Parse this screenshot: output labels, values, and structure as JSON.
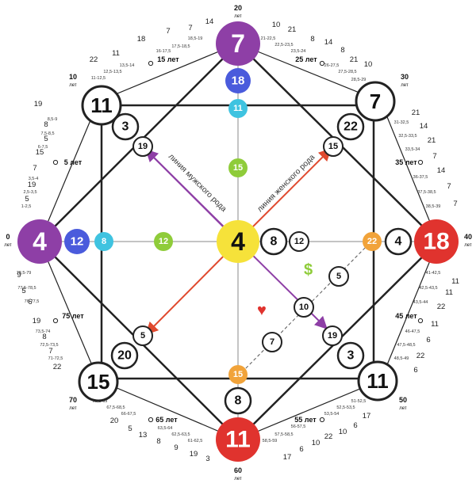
{
  "colors": {
    "purple": "#8e3fa6",
    "blue": "#4a5bdc",
    "cyan": "#3fc3e0",
    "green": "#8fcc3a",
    "yellow": "#f6e23a",
    "orange": "#f1a33a",
    "red": "#e0332e",
    "line": "#222222",
    "female_line": "#e04a2f",
    "male_line": "#8e3fa6"
  },
  "center": {
    "value": "4"
  },
  "outer": {
    "top": "7",
    "right": "18",
    "bottom": "11",
    "left": "4",
    "top_left": "11",
    "top_right": "7",
    "bottom_right": "11",
    "bottom_left": "15"
  },
  "inner": {
    "top_1": "18",
    "top_2": "11",
    "top_3": "15",
    "left_1": "12",
    "left_2": "8",
    "left_3": "12",
    "right_1": "4",
    "right_2": "22",
    "right_3": "12",
    "right_4": "8",
    "bottom_1": "8",
    "bottom_2": "15",
    "tl_1": "3",
    "tl_2": "19",
    "tr_1": "22",
    "tr_2": "15",
    "bl_1": "20",
    "bl_2": "5",
    "br_1": "3",
    "br_2": "19",
    "money_1": "5",
    "money_2": "10",
    "money_3": "7"
  },
  "lines": {
    "male": "линия мужского рода",
    "female": "линия женского рода"
  },
  "symbols": {
    "dollar": "$",
    "heart": "♥"
  },
  "ages": {
    "a0": "0",
    "a0s": "лет",
    "a5": "5 лет",
    "a10": "10",
    "a10s": "лет",
    "a15": "15 лет",
    "a20": "20",
    "a20s": "лет",
    "a25": "25 лет",
    "a30": "30",
    "a30s": "лет",
    "a35": "35 лет",
    "a40": "40",
    "a40s": "лет",
    "a45": "45 лет",
    "a50": "50",
    "a50s": "лет",
    "a55": "55 лет",
    "a60": "60",
    "a60s": "лет",
    "a65": "65 лет",
    "a70": "70",
    "a70s": "лет",
    "a75": "75 лет"
  },
  "ring_numbers": {
    "top_left": [
      "19",
      "8",
      "5",
      "15",
      "7",
      "19",
      "5",
      "22",
      "11",
      "18",
      "7",
      "7",
      "14"
    ],
    "top_right": [
      "10",
      "21",
      "8",
      "14",
      "8",
      "21",
      "10"
    ],
    "right_top": [
      "21",
      "14",
      "21",
      "7",
      "14",
      "7",
      "7"
    ],
    "right_bottom": [
      "11",
      "11",
      "22",
      "11",
      "6",
      "22",
      "6"
    ],
    "bottom_right": [
      "17",
      "6",
      "10",
      "22",
      "10",
      "6",
      "17"
    ],
    "bottom_left": [
      "20",
      "5",
      "13",
      "8",
      "9",
      "19",
      "3"
    ],
    "left_bottom": [
      "9",
      "5",
      "6",
      "19",
      "8",
      "7",
      "22"
    ]
  },
  "ring_ranges": {
    "r1": "1-2,5",
    "r2": "2,5-3,5",
    "r3": "3,5-4",
    "r4": "6-7,5",
    "r5": "7,5-8,5",
    "r6": "8,5-9",
    "r7": "11-12,5",
    "r8": "12,5-13,5",
    "r9": "13,5-14",
    "r10": "16-17,5",
    "r11": "17,5-18,5",
    "r12": "18,5-19",
    "r13": "21-22,5",
    "r14": "22,5-23,5",
    "r15": "23,5-24",
    "r16": "26-27,5",
    "r17": "27,5-28,5",
    "r18": "28,5-29",
    "r19": "31-32,5",
    "r20": "32,5-33,5",
    "r21": "33,5-34",
    "r22": "36-37,5",
    "r23": "37,5-38,5",
    "r24": "38,5-39",
    "r25": "41-42,5",
    "r26": "42,5-43,5",
    "r27": "43,5-44",
    "r28": "46-47,5",
    "r29": "47,5-48,5",
    "r30": "48,5-49",
    "r31": "51-52,5",
    "r32": "52,5-53,5",
    "r33": "53,5-54",
    "r34": "56-57,5",
    "r35": "57,5-58,5",
    "r36": "58,5-59",
    "r37": "61-62,5",
    "r38": "62,5-63,5",
    "r39": "63,5-64",
    "r40": "66-67,5",
    "r41": "67,5-68,5",
    "r42": "68,5-69",
    "r43": "71-72,5",
    "r44": "72,5-73,5",
    "r45": "73,5-74",
    "r46": "76-77,5",
    "r47": "77,5-78,5",
    "r48": "78,5-79"
  }
}
